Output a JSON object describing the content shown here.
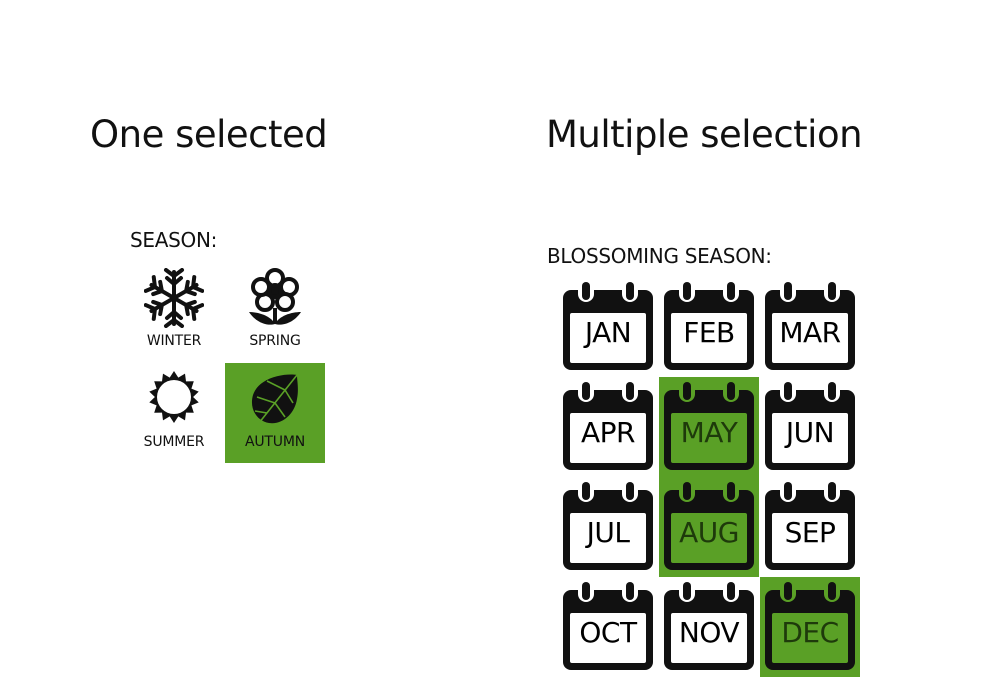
{
  "single": {
    "heading": "One selected",
    "label": "SEASON:",
    "selected": "autumn",
    "seasons": [
      {
        "key": "winter",
        "label": "WINTER",
        "icon": "snowflake-icon"
      },
      {
        "key": "spring",
        "label": "SPRING",
        "icon": "flower-icon"
      },
      {
        "key": "summer",
        "label": "SUMMER",
        "icon": "sun-icon"
      },
      {
        "key": "autumn",
        "label": "AUTUMN",
        "icon": "leaf-icon"
      }
    ]
  },
  "multiple": {
    "heading": "Multiple selection",
    "label": "BLOSSOMING SEASON:",
    "months": [
      {
        "label": "JAN",
        "selected": false
      },
      {
        "label": "FEB",
        "selected": false
      },
      {
        "label": "MAR",
        "selected": false
      },
      {
        "label": "APR",
        "selected": false
      },
      {
        "label": "MAY",
        "selected": true
      },
      {
        "label": "JUN",
        "selected": false
      },
      {
        "label": "JUL",
        "selected": false
      },
      {
        "label": "AUG",
        "selected": true
      },
      {
        "label": "SEP",
        "selected": false
      },
      {
        "label": "OCT",
        "selected": false
      },
      {
        "label": "NOV",
        "selected": false
      },
      {
        "label": "DEC",
        "selected": true
      }
    ]
  },
  "colors": {
    "selected": "#5aa026",
    "icon": "#111111",
    "selected_text": "#1e3a0b"
  }
}
